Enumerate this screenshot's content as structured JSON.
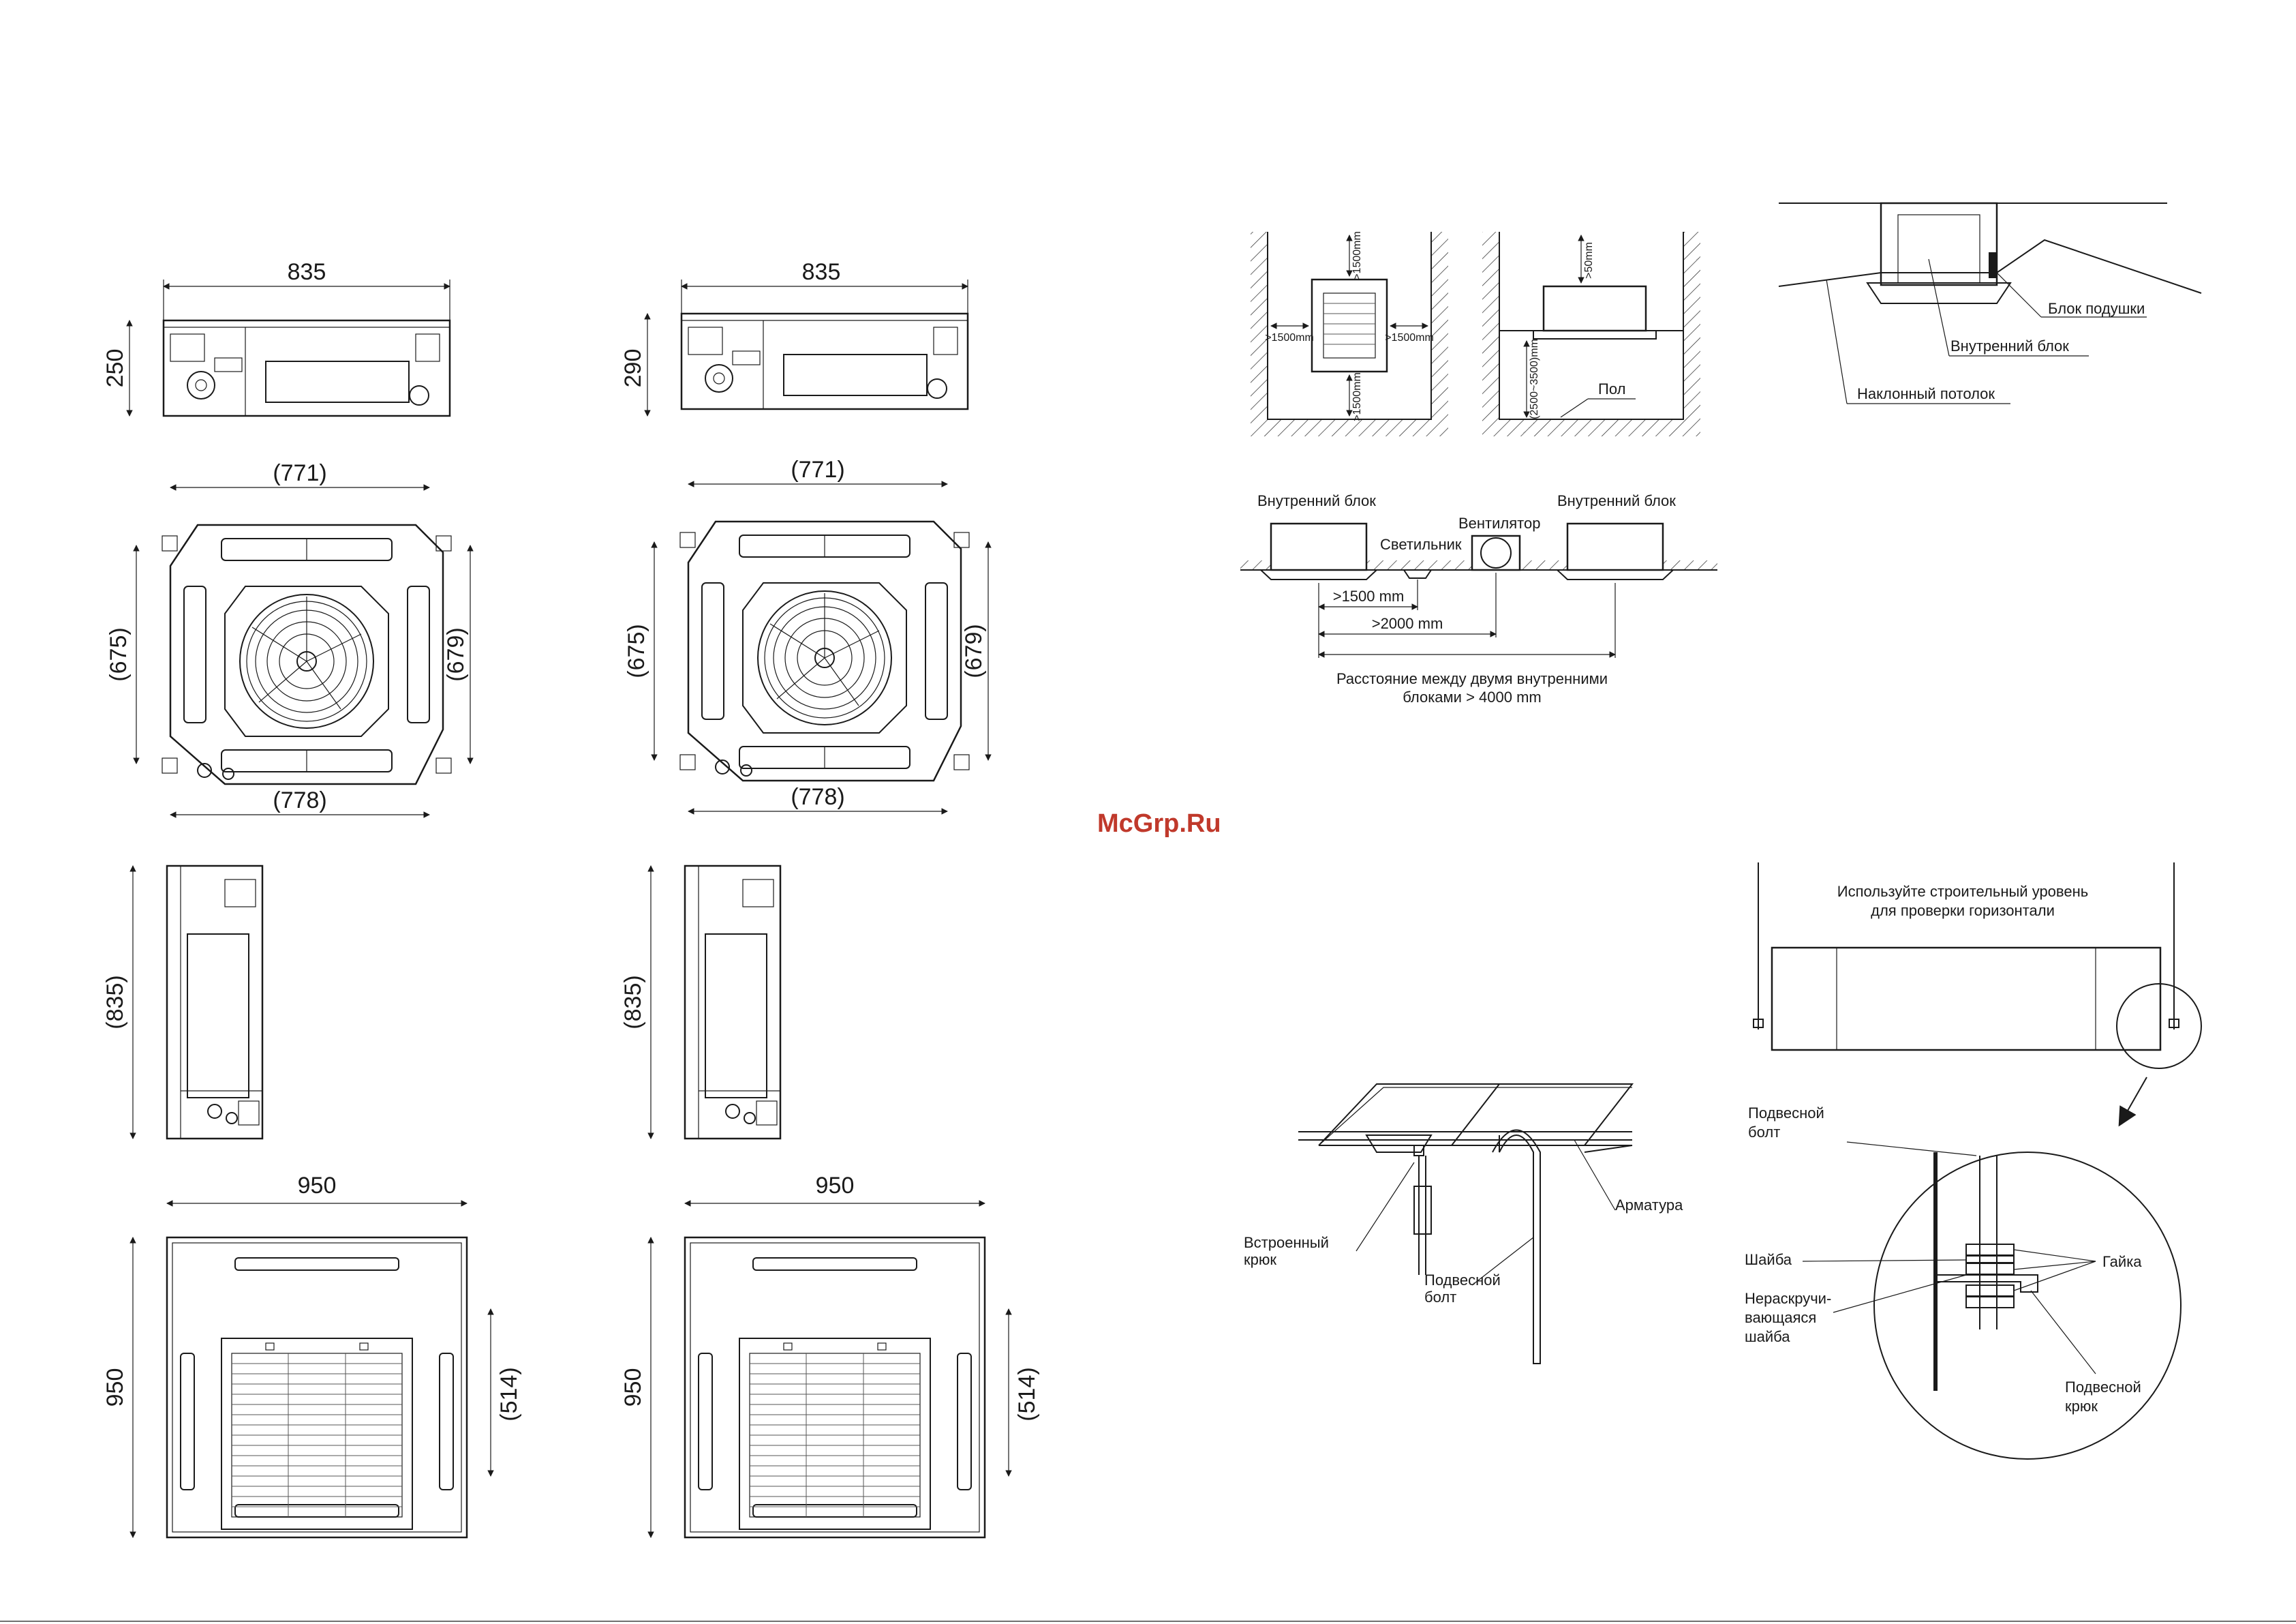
{
  "watermark": "McGrp.Ru",
  "colors": {
    "line": "#1a1a1a",
    "watermark": "#c0392b",
    "background": "#ffffff"
  },
  "units": [
    {
      "side_view": {
        "width": "835",
        "height": "250"
      },
      "top_view": {
        "top": "(771)",
        "bottom": "(778)",
        "left": "(675)",
        "right": "(679)"
      },
      "end_view": {
        "height": "(835)"
      },
      "panel_view": {
        "width": "950",
        "height": "950",
        "grille": "(514)"
      }
    },
    {
      "side_view": {
        "width": "835",
        "height": "290"
      },
      "top_view": {
        "top": "(771)",
        "bottom": "(778)",
        "left": "(675)",
        "right": "(679)"
      },
      "end_view": {
        "height": "(835)"
      },
      "panel_view": {
        "width": "950",
        "height": "950",
        "grille": "(514)"
      }
    }
  ],
  "clearance": {
    "plan": {
      "top": ">1500mm",
      "bottom": ">1500mm",
      "left": ">1500mm",
      "right": ">1500mm"
    },
    "elevation": {
      "top": ">50mm",
      "height": "(2500~3500)mm",
      "floor": "Пол"
    }
  },
  "sloped_ceiling": {
    "cushion_block": "Блок подушки",
    "indoor_unit": "Внутренний блок",
    "sloped_ceiling": "Наклонный потолок"
  },
  "spacing": {
    "indoor_unit_left": "Внутренний блок",
    "indoor_unit_right": "Внутренний блок",
    "lamp": "Светильник",
    "fan": "Вентилятор",
    "dist_lamp": ">1500 mm",
    "dist_fan": ">2000 mm",
    "note_line1": "Расстояние между двумя внутренними",
    "note_line2": "блоками > 4000 mm"
  },
  "hanging": {
    "embedded_hook_line1": "Встроенный",
    "embedded_hook_line2": "крюк",
    "bolt_line1": "Подвесной",
    "bolt_line2": "болт",
    "rebar": "Арматура"
  },
  "leveling": {
    "note_line1": "Используйте строительный уровень",
    "note_line2": "для проверки горизонтали",
    "bolt_line1": "Подвесной",
    "bolt_line2": "болт",
    "washer": "Шайба",
    "nut": "Гайка",
    "lock_washer_line1": "Нераскручи-",
    "lock_washer_line2": "вающаяся",
    "lock_washer_line3": "шайба",
    "hook_line1": "Подвесной",
    "hook_line2": "крюк"
  }
}
